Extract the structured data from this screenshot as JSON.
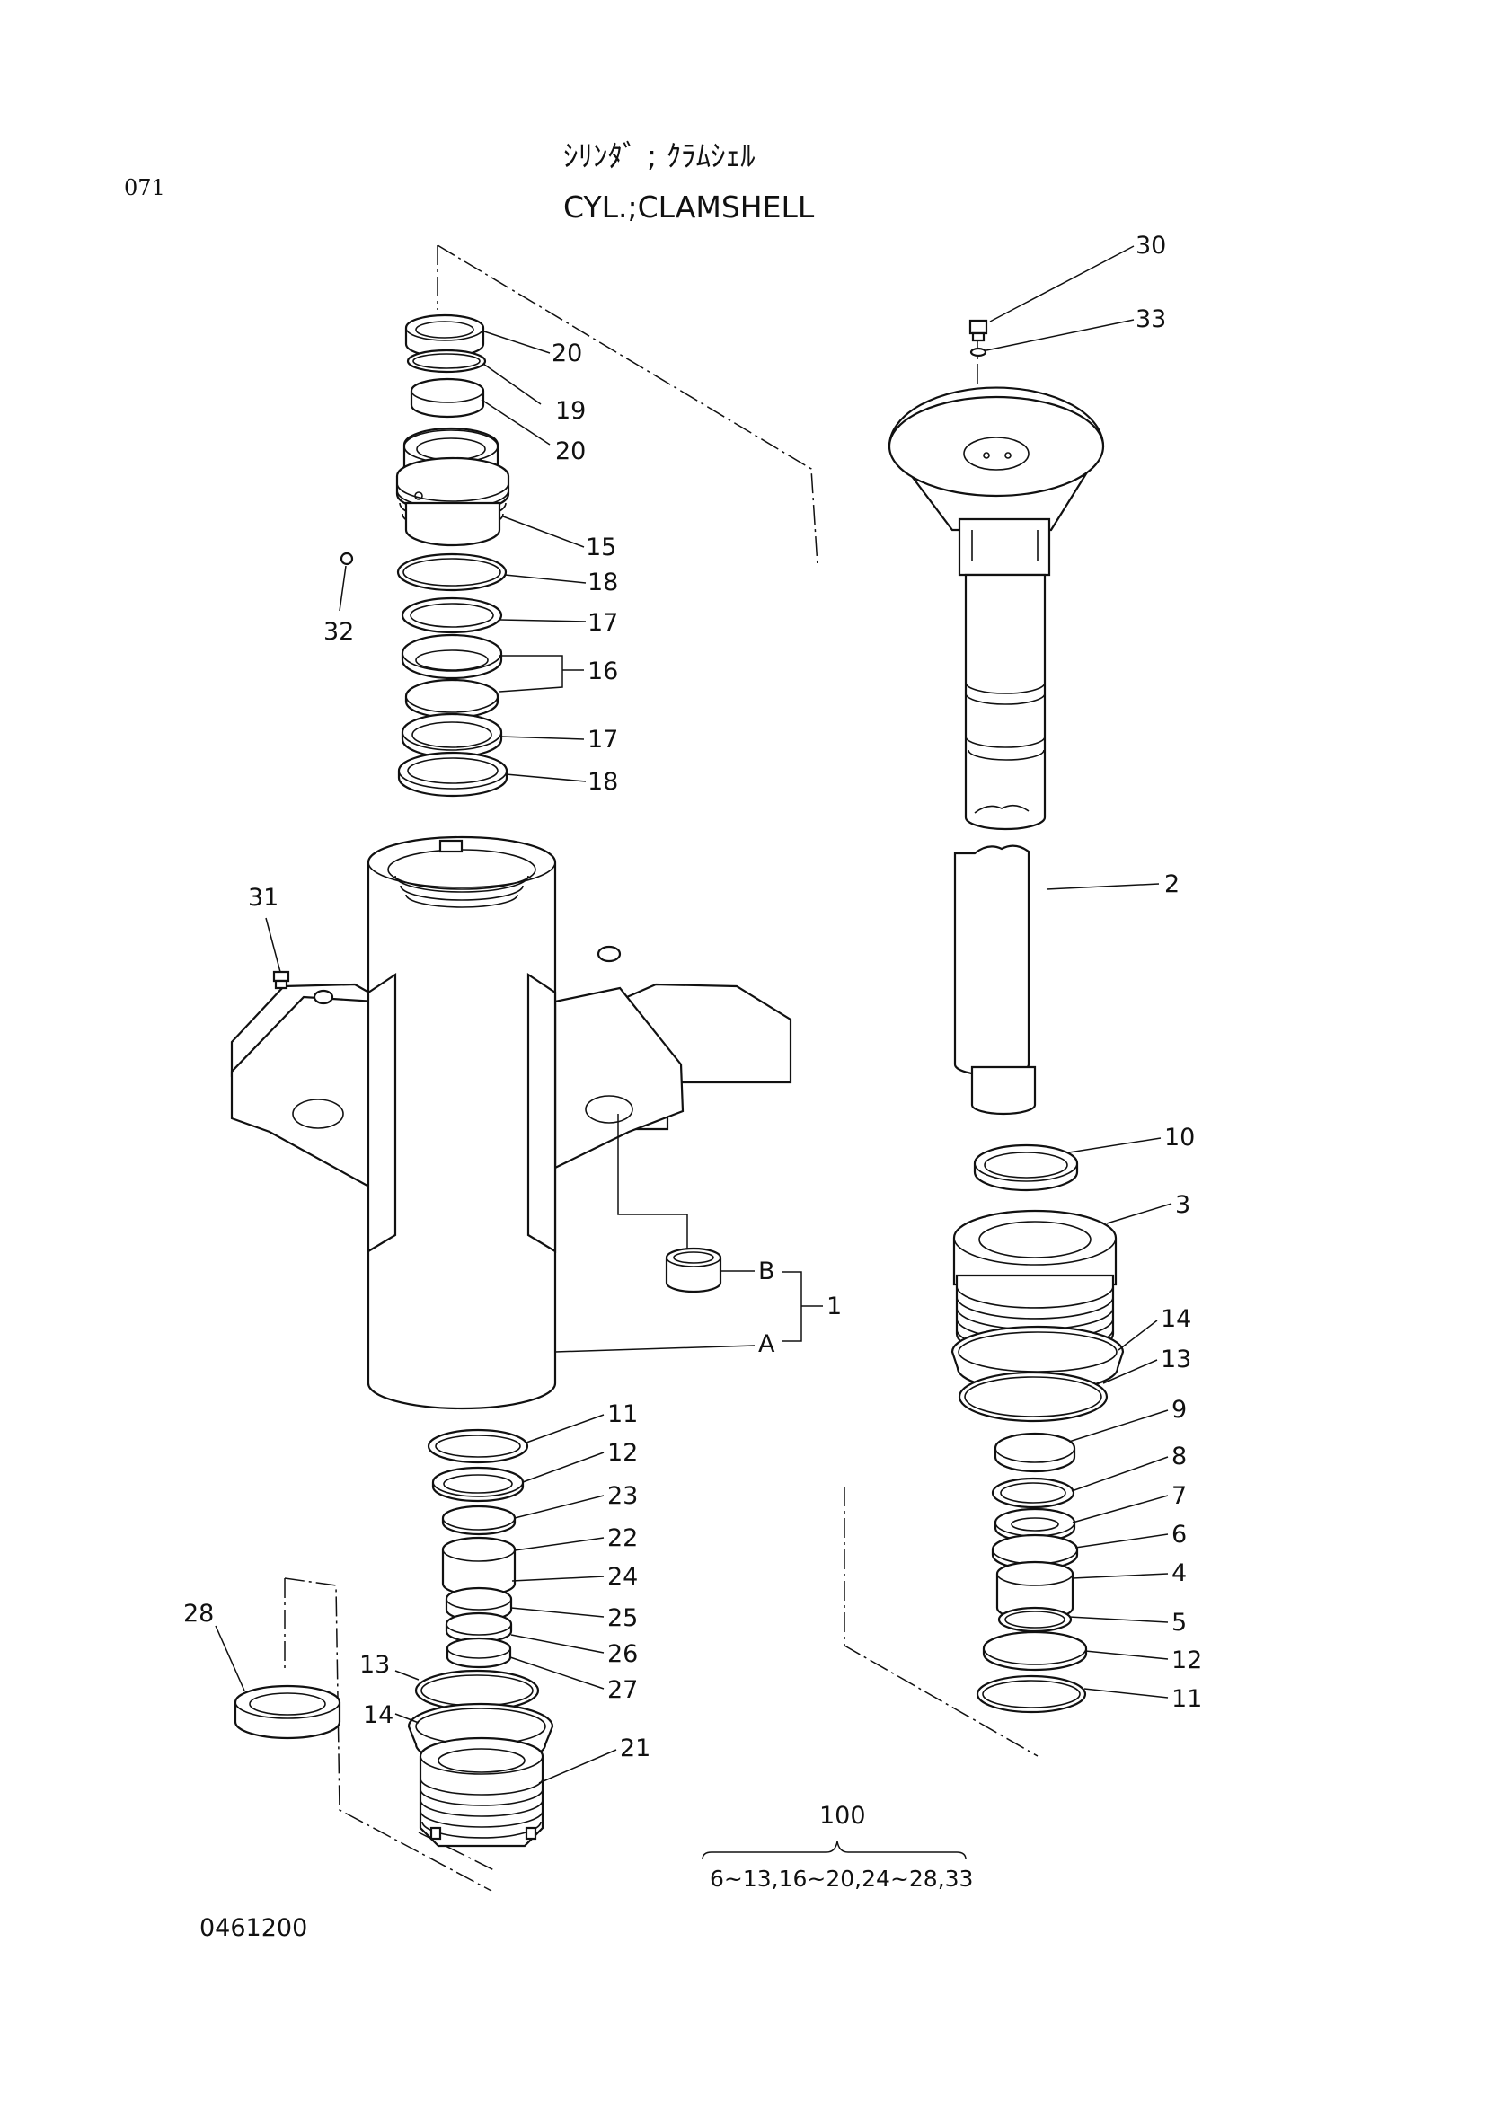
{
  "page_code": "071",
  "title_jp": "ｼﾘﾝﾀﾞ ; ｸﾗﾑｼｪﾙ",
  "title_en": "CYL.;CLAMSHELL",
  "drawing_number": "0461200",
  "kit": {
    "number": "100",
    "contents": "6~13,16~20,24~28,33"
  },
  "callouts": {
    "c30": "30",
    "c33": "33",
    "c2": "2",
    "c10": "10",
    "c3": "3",
    "c14r": "14",
    "c13r": "13",
    "c9": "9",
    "c8": "8",
    "c7": "7",
    "c6": "6",
    "c4": "4",
    "c5": "5",
    "c12r": "12",
    "c11r": "11",
    "c20a": "20",
    "c19": "19",
    "c20b": "20",
    "c15": "15",
    "c18a": "18",
    "c32": "32",
    "c17a": "17",
    "c16": "16",
    "c17b": "17",
    "c18b": "18",
    "c31": "31",
    "cB": "B",
    "c1": "1",
    "cA": "A",
    "c11l": "11",
    "c12l": "12",
    "c23": "23",
    "c22": "22",
    "c24": "24",
    "c28": "28",
    "c25": "25",
    "c26": "26",
    "c13l": "13",
    "c27": "27",
    "c14l": "14",
    "c21": "21"
  }
}
